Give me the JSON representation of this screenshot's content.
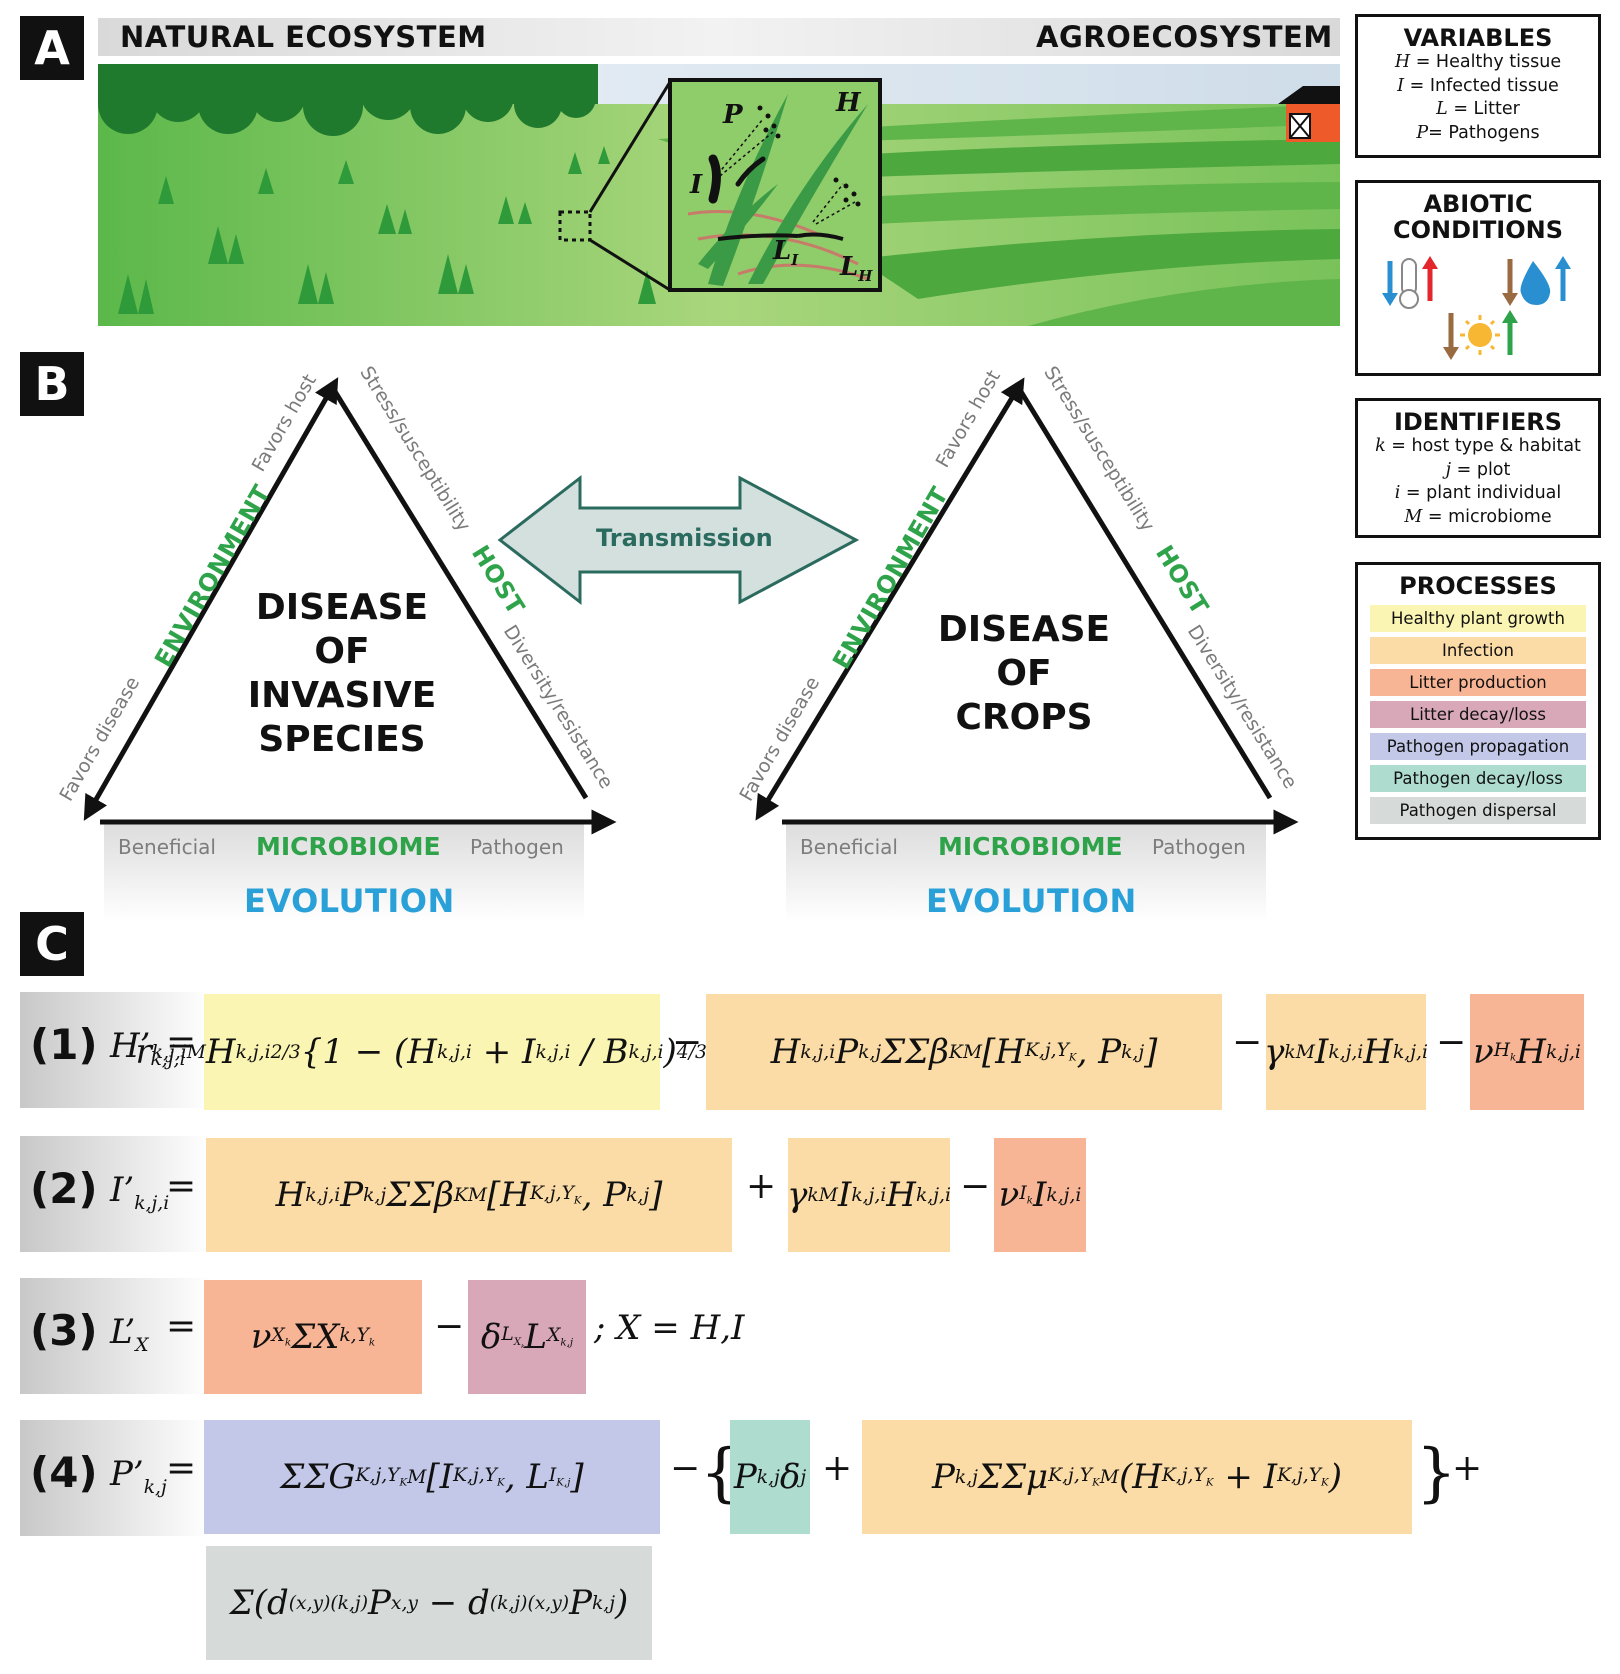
{
  "panels": {
    "a": "A",
    "b": "B",
    "c": "C"
  },
  "panel_a": {
    "left_title": "NATURAL ECOSYSTEM",
    "right_title": "AGROECOSYSTEM",
    "inset_labels": {
      "p": "P",
      "h": "H",
      "i": "I",
      "li": "L",
      "li_sub": "I",
      "lh": "L",
      "lh_sub": "H"
    },
    "barn_mark": "X"
  },
  "legend": {
    "variables": {
      "title": "VARIABLES",
      "items": [
        {
          "sym": "H",
          "text": " = Healthy tissue"
        },
        {
          "sym": "I",
          "text": " = Infected tissue"
        },
        {
          "sym": "L",
          "text": " = Litter"
        },
        {
          "sym": "P",
          "text": "= Pathogens"
        }
      ]
    },
    "abiotic": {
      "title": "ABIOTIC\nCONDITIONS",
      "icons": [
        "thermometer-icon",
        "water-drop-icon",
        "sun-icon"
      ]
    },
    "identifiers": {
      "title": "IDENTIFIERS",
      "items": [
        {
          "sym": "k",
          "text": " = host type & habitat"
        },
        {
          "sym": "j",
          "text": " = plot"
        },
        {
          "sym": "i",
          "text": " = plant individual"
        },
        {
          "sym": "M",
          "text": " = microbiome"
        }
      ]
    },
    "processes": {
      "title": "PROCESSES",
      "items": [
        {
          "label": "Healthy plant growth",
          "color": "#fbf5b3"
        },
        {
          "label": "Infection",
          "color": "#fcdca6"
        },
        {
          "label": "Litter production",
          "color": "#f8b595"
        },
        {
          "label": "Litter decay/loss",
          "color": "#d8a7b8"
        },
        {
          "label": "Pathogen propagation",
          "color": "#c3c8e8"
        },
        {
          "label": "Pathogen decay/loss",
          "color": "#aedccf"
        },
        {
          "label": "Pathogen dispersal",
          "color": "#d6dbd9"
        }
      ]
    }
  },
  "panel_b": {
    "transmission": "Transmission",
    "triangles": [
      {
        "title": "DISEASE\nOF\nINVASIVE\nSPECIES"
      },
      {
        "title": "DISEASE\nOF\nCROPS"
      }
    ],
    "labels": {
      "environment": "ENVIRONMENT",
      "favors_host": "Favors host",
      "favors_disease": "Favors disease",
      "host": "HOST",
      "stress": "Stress/susceptibility",
      "diversity": "Diversity/resistance",
      "microbiome": "MICROBIOME",
      "beneficial": "Beneficial",
      "pathogen": "Pathogen",
      "evolution": "EVOLUTION"
    }
  },
  "panel_c": {
    "equations": [
      {
        "num": "(1)",
        "lhs": "H’",
        "lhs_sub": "k,j,i"
      },
      {
        "num": "(2)",
        "lhs": "I’",
        "lhs_sub": "k,j,i"
      },
      {
        "num": "(3)",
        "lhs": "L’",
        "lhs_sub": "X"
      },
      {
        "num": "(4)",
        "lhs": "P’",
        "lhs_sub": "k,j"
      }
    ],
    "eq3_suffix": "; X = H,I"
  },
  "colors": {
    "green": "#2ea34a",
    "blue": "#2aa0d8",
    "dark_teal": "#2b6b5f",
    "transmission_fill": "#d4e0de"
  }
}
